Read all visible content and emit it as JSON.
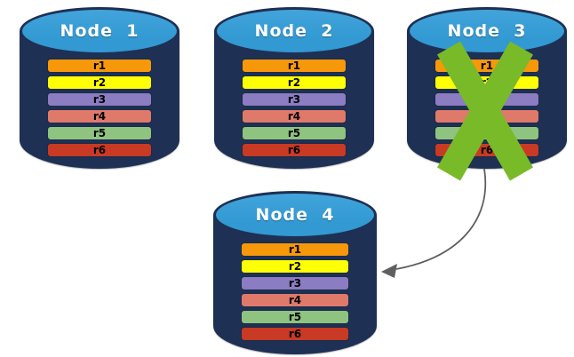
{
  "diagram": {
    "type": "database-replication-failover",
    "background": "#FFFFFF"
  },
  "colors": {
    "cylinder_body": "#1E3054",
    "cylinder_top": "#3299D2",
    "bar_border": "#1A2B49",
    "bar_text": "#000000",
    "node_label_text": "#FFFFFF",
    "failure_x": "#78BA28",
    "arrow": "#5F5F5F"
  },
  "replicas": [
    {
      "label": "r1",
      "color": "#F7980B"
    },
    {
      "label": "r2",
      "color": "#FFFF05"
    },
    {
      "label": "r3",
      "color": "#8C7CC1"
    },
    {
      "label": "r4",
      "color": "#DF7A6B"
    },
    {
      "label": "r5",
      "color": "#8FC380"
    },
    {
      "label": "r6",
      "color": "#C83A24"
    }
  ],
  "nodes": [
    {
      "id": "node-1",
      "label": "Node  1",
      "failed": false
    },
    {
      "id": "node-2",
      "label": "Node  2",
      "failed": false
    },
    {
      "id": "node-3",
      "label": "Node  3",
      "failed": true
    },
    {
      "id": "node-4",
      "label": "Node  4",
      "failed": false
    }
  ],
  "failure": {
    "node": "node-3",
    "icon": "x-mark"
  },
  "arrow": {
    "from": "node-3",
    "to": "node-4"
  }
}
